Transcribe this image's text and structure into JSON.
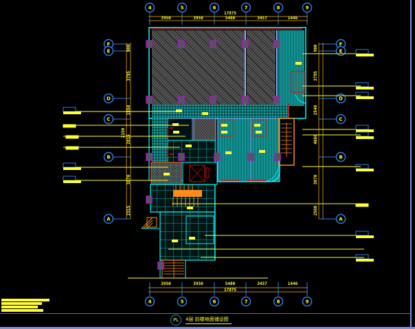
{
  "drawing": {
    "title": "4层  前楼地面铺设图",
    "badge": "PL",
    "colors": {
      "background": "#000000",
      "wall": "#00ffff",
      "dim_line": "#b8860b",
      "text": "#ffff33",
      "axis_bubble": "#2f7de1",
      "column": "#a020c0",
      "stair": "#ff8c1a",
      "red_accent": "#e01010",
      "floor_teal": "#0a8c8c",
      "floor_gray": "#4a4a4a"
    }
  },
  "top_axes": [
    "4",
    "5",
    "6",
    "7",
    "8",
    "9"
  ],
  "bottom_axes": [
    "4",
    "5",
    "6",
    "7",
    "8",
    "9"
  ],
  "left_axes": [
    "F",
    "E",
    "D",
    "C",
    "B",
    "A"
  ],
  "right_axes": [
    "F",
    "E",
    "D",
    "C",
    "B",
    "A"
  ],
  "top_dims": {
    "segments": [
      "3950",
      "3950",
      "5400",
      "3457",
      "1446"
    ],
    "total": "17875"
  },
  "bottom_dims": {
    "segments": [
      "3950",
      "3950",
      "5400",
      "3457",
      "1446"
    ],
    "total": "17875"
  },
  "left_dims": {
    "segments": [
      "900",
      "3795",
      "1550",
      "2815",
      "3870",
      "2315"
    ],
    "sub": "2150"
  },
  "right_dims": {
    "segments": [
      "900",
      "3795",
      "2540",
      "4660",
      "3870",
      "2500"
    ]
  }
}
